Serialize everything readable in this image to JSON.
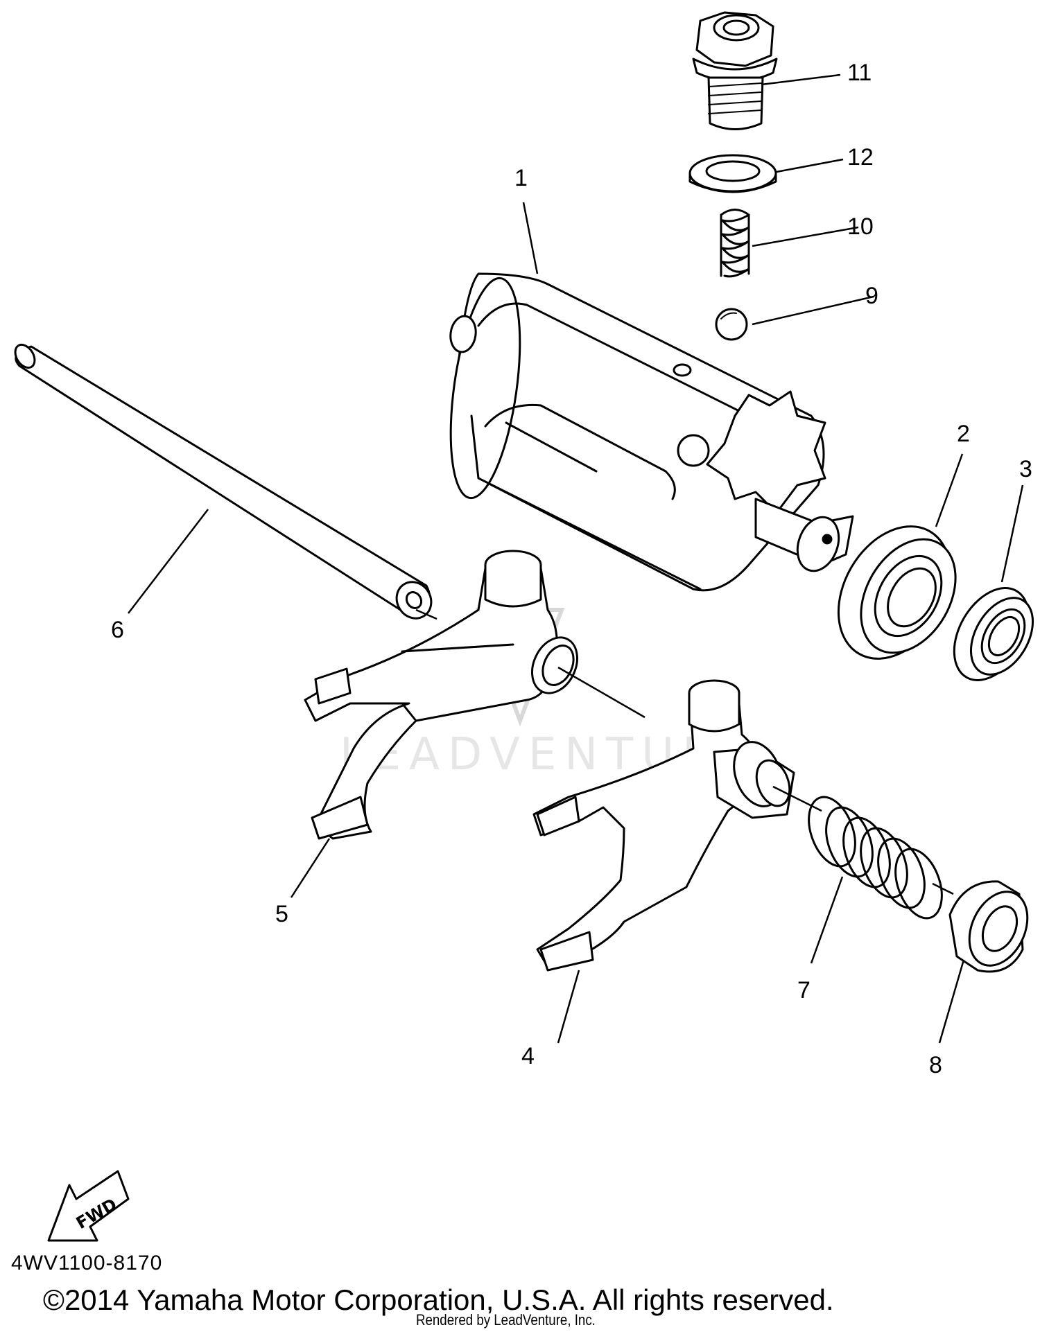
{
  "diagram": {
    "callouts": [
      {
        "id": "1",
        "label": "1"
      },
      {
        "id": "2",
        "label": "2"
      },
      {
        "id": "3",
        "label": "3"
      },
      {
        "id": "4",
        "label": "4"
      },
      {
        "id": "5",
        "label": "5"
      },
      {
        "id": "6",
        "label": "6"
      },
      {
        "id": "7",
        "label": "7"
      },
      {
        "id": "8",
        "label": "8"
      },
      {
        "id": "9",
        "label": "9"
      },
      {
        "id": "10",
        "label": "10"
      },
      {
        "id": "11",
        "label": "11"
      },
      {
        "id": "12",
        "label": "12"
      }
    ],
    "fwd_label": "FWD",
    "watermark": "LEADVENTURE",
    "diagram_code": "4WV1100-8170",
    "copyright": "©2014 Yamaha Motor Corporation, U.S.A. All rights reserved.",
    "rendered_by": "Rendered by LeadVenture, Inc."
  }
}
